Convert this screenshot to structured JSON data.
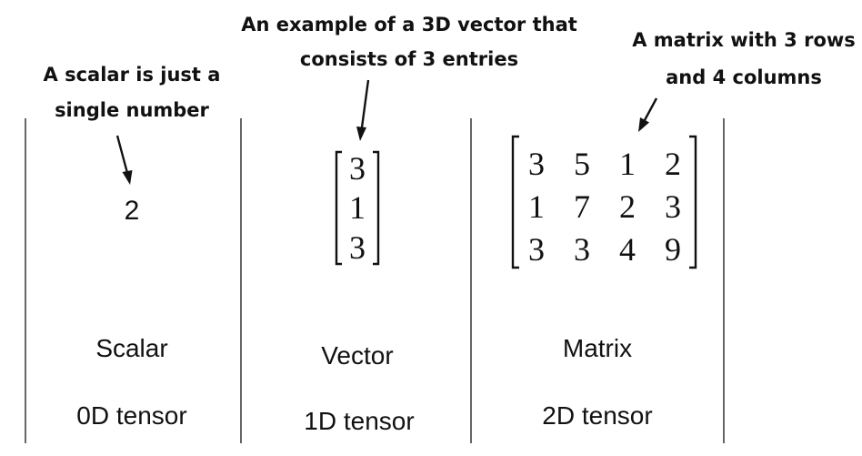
{
  "annotations": {
    "scalar_line1": "A scalar is just a",
    "scalar_line2": "single number",
    "vector_line1": "An example of a 3D vector that",
    "vector_line2": "consists of 3 entries",
    "matrix_line1": "A matrix with 3 rows",
    "matrix_line2": "and 4 columns"
  },
  "scalar": {
    "value": "2",
    "label": "Scalar",
    "tensor": "0D tensor"
  },
  "vector": {
    "entries": [
      "3",
      "1",
      "3"
    ],
    "label": "Vector",
    "tensor": "1D tensor"
  },
  "matrix": {
    "rows": [
      [
        "3",
        "5",
        "1",
        "2"
      ],
      [
        "1",
        "7",
        "2",
        "3"
      ],
      [
        "3",
        "3",
        "4",
        "9"
      ]
    ],
    "label": "Matrix",
    "tensor": "2D tensor"
  }
}
